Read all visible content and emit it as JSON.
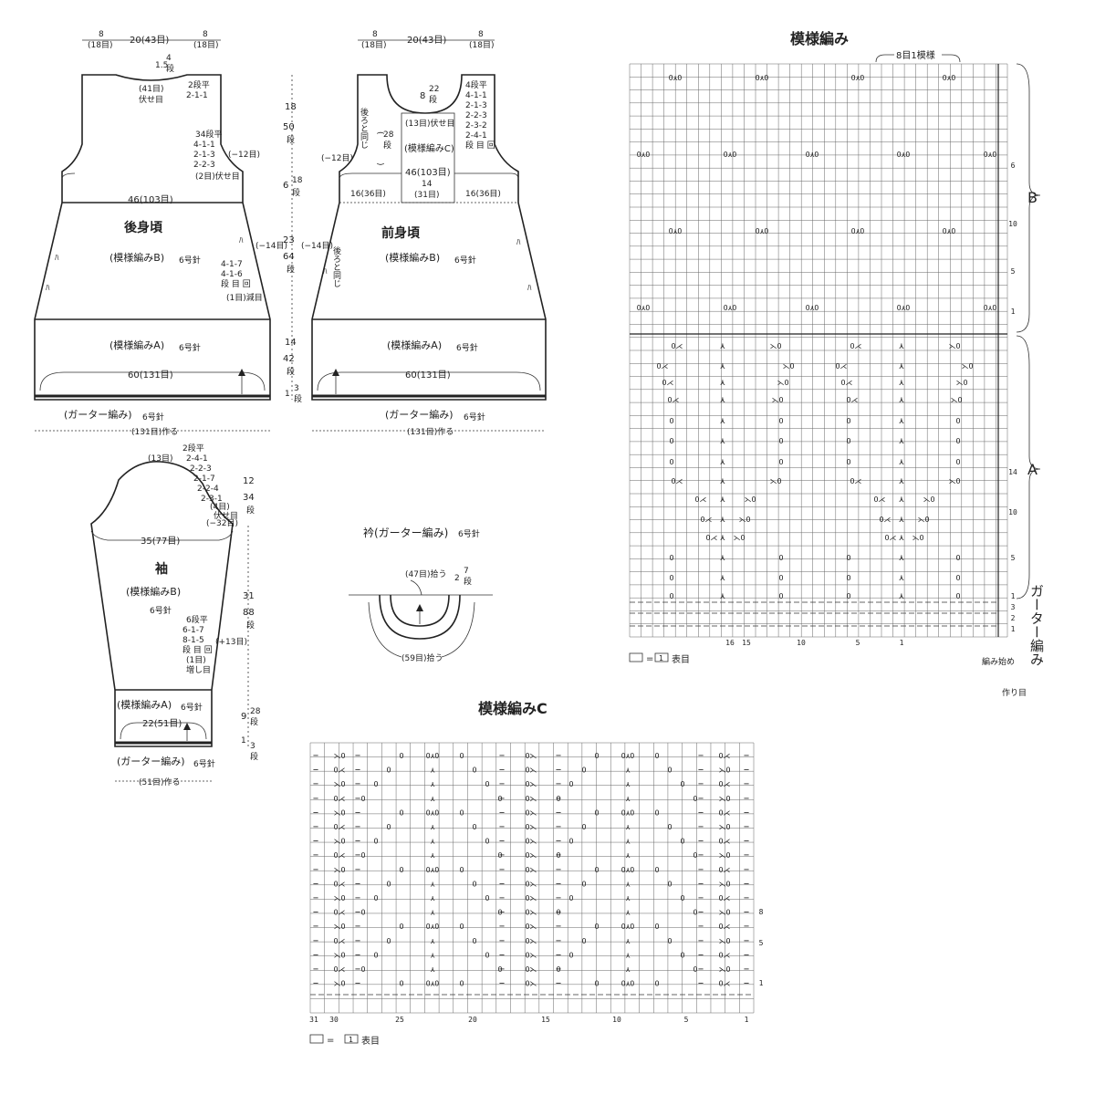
{
  "back": {
    "top_dims": [
      "8",
      "(18目)",
      "20(43目)",
      "8",
      "(18目)"
    ],
    "neck_depth": [
      "1.5",
      "4",
      "段"
    ],
    "neck_shaping": [
      "2段平",
      "2-1-1"
    ],
    "neck_bindoff": [
      "(41目)",
      "伏せ目"
    ],
    "armhole_shaping": [
      "34段平",
      "4-1-1",
      "2-1-3",
      "2-2-3",
      "(2目)伏せ目"
    ],
    "armhole_dec": "(−12目)",
    "width_mid": "46(103目)",
    "title": "後身頃",
    "pattern_b": "(模様編みB)",
    "needle_b": "6号針",
    "side_shaping": [
      "4-1-7",
      "4-1-6",
      "段 目 回",
      "(1目)減目"
    ],
    "side_dec": "(−14目)",
    "pattern_a": "(模様編みA)",
    "needle_a": "6号針",
    "width_hem": "60(131目)",
    "garter": "(ガーター編み)",
    "garter_needle": "6号針",
    "cast_on": "(131目)作る",
    "right_dims": [
      "18",
      "50",
      "段",
      "6",
      "18",
      "段",
      "23",
      "64",
      "段",
      "14",
      "42",
      "段",
      "1",
      "3",
      "段"
    ]
  },
  "front": {
    "top_dims": [
      "8",
      "(18目)",
      "20(43目)",
      "8",
      "(18目)"
    ],
    "neck_depth": [
      "8",
      "22",
      "段"
    ],
    "neck_shaping": [
      "4段平",
      "4-1-1",
      "2-1-3",
      "2-2-3",
      "2-3-2",
      "2-4-1",
      "段 目 回"
    ],
    "neck_bindoff": "(13目)伏せ目",
    "pattern_c": "(模様編みC)",
    "side_same": "後ろと同じ",
    "center_rows": [
      "(",
      "28",
      "段",
      ")"
    ],
    "armhole_dec": "(−12目)",
    "width_mid": "46(103目)",
    "center_width": [
      "14",
      "(31目)"
    ],
    "side_width_l": "16(36目)",
    "side_width_r": "16(36目)",
    "title": "前身頃",
    "pattern_b": "(模様編みB)",
    "needle_b": "6号針",
    "side_dec": "(−14目)",
    "side_same_2": "後ろと同じ",
    "pattern_a": "(模様編みA)",
    "needle_a": "6号針",
    "width_hem": "60(131目)",
    "garter": "(ガーター編み)",
    "garter_needle": "6号針",
    "cast_on": "(131目)作る"
  },
  "sleeve": {
    "cap_top": "(13目)",
    "cap_shaping": [
      "2段平",
      "2-4-1",
      "2-2-3",
      "2-1-7",
      "2-2-4",
      "2-3-1",
      "(4目)",
      "伏せ目"
    ],
    "cap_dec": "(−32目)",
    "cap_rows": [
      "12",
      "34",
      "段"
    ],
    "width_top": "35(77目)",
    "title": "袖",
    "pattern_b": "(模様編みB)",
    "needle_b": "6号針",
    "inc_shaping": [
      "6段平",
      "6-1-7",
      "8-1-5",
      "段 目 回",
      "(1目)",
      "増し目"
    ],
    "inc": "(+13目)",
    "body_rows": [
      "31",
      "88",
      "段"
    ],
    "pattern_a": "(模様編みA)",
    "needle_a": "6号針",
    "width_cuff": "22(51目)",
    "lower_rows": [
      "9",
      "28",
      "段",
      "1",
      "3",
      "段"
    ],
    "garter": "(ガーター編み)",
    "garter_needle": "6号針",
    "cast_on": "(51目)作る"
  },
  "collar": {
    "title": "衿(ガーター編み)",
    "needle": "6号針",
    "pickup_top": "(47目)拾う",
    "rows": [
      "2",
      "7",
      "段"
    ],
    "pickup_bottom": "(59目)拾う"
  },
  "chart_main": {
    "title": "模様編み",
    "repeat_label": "8目1模様",
    "section_b": "B",
    "section_a": "A",
    "garter_label": "ガーター編み",
    "start_label": "編み始め",
    "cast_label": "作り目",
    "legend": [
      "=",
      "1",
      "表目"
    ],
    "bottom_nums": [
      "16",
      "15",
      "10",
      "5",
      "1"
    ],
    "row_nums_b": [
      "6",
      "10",
      "5",
      "1"
    ],
    "row_nums_a": [
      "14",
      "10",
      "5",
      "1"
    ],
    "row_nums_g": [
      "3",
      "2",
      "1"
    ]
  },
  "chart_c": {
    "title": "模様編みC",
    "bottom_nums": [
      "31",
      "30",
      "25",
      "20",
      "15",
      "10",
      "5",
      "1"
    ],
    "row_nums": [
      "8",
      "5",
      "1"
    ],
    "legend": [
      "=",
      "1",
      "表目"
    ]
  }
}
